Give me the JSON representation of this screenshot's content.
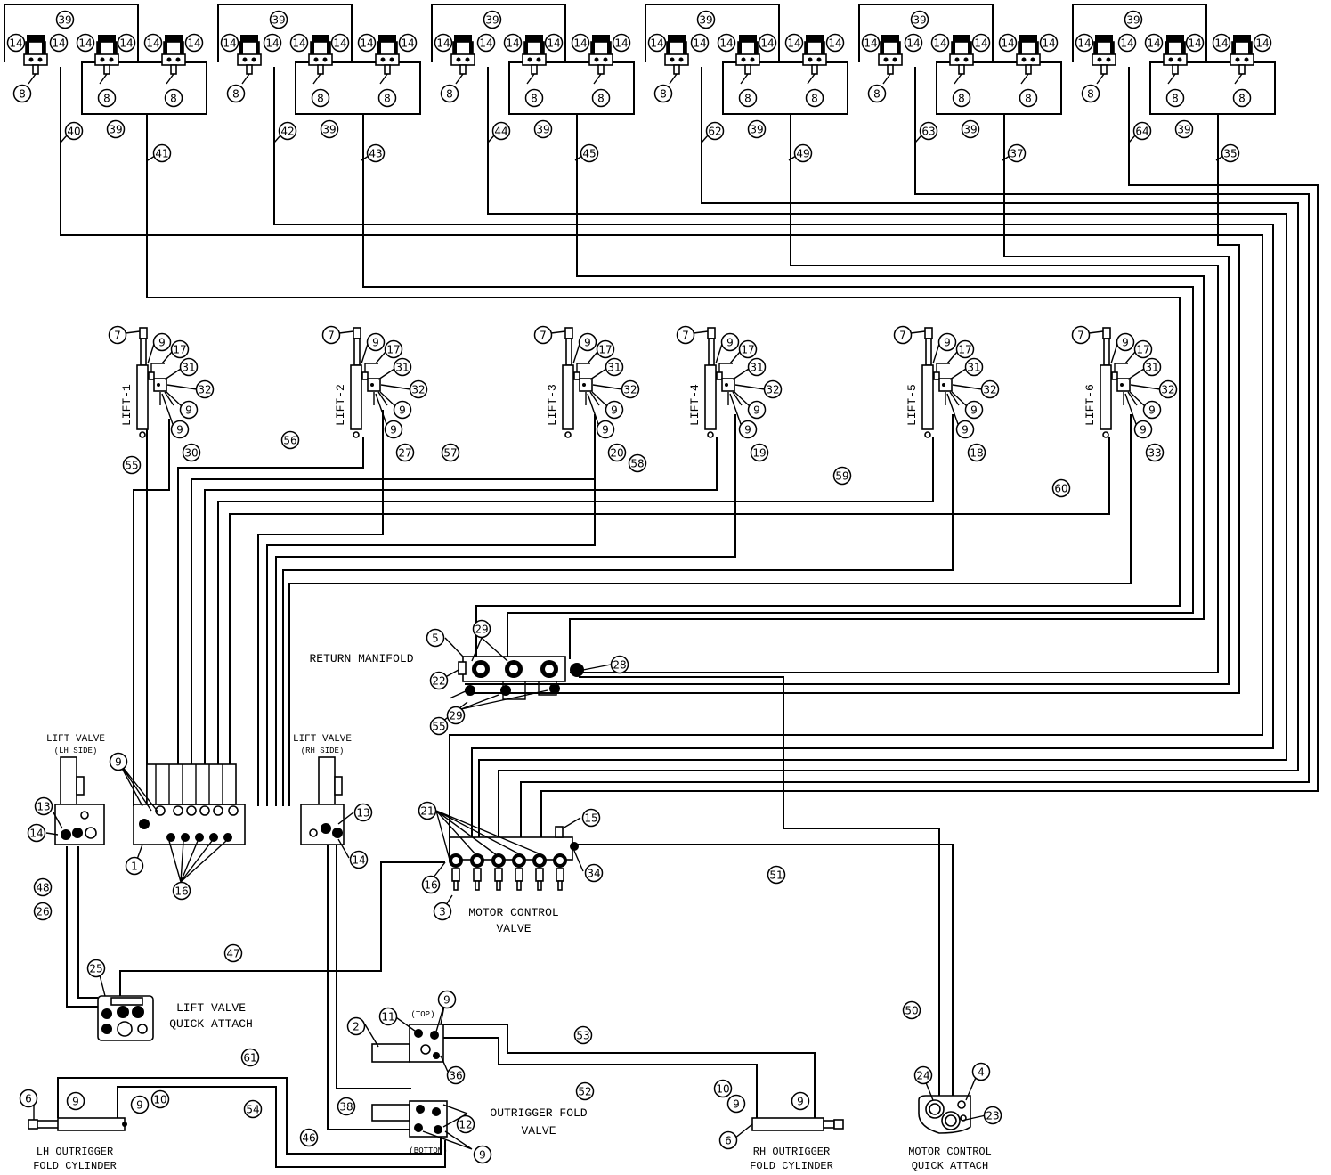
{
  "labels": {
    "return_manifold": "RETURN MANIFOLD",
    "lift_valve_lh_1": "LIFT VALVE",
    "lift_valve_lh_2": "(LH SIDE)",
    "lift_valve_rh_1": "LIFT VALVE",
    "lift_valve_rh_2": "(RH SIDE)",
    "motor_control_valve_1": "MOTOR CONTROL",
    "motor_control_valve_2": "VALVE",
    "lift_valve_qa_1": "LIFT VALVE",
    "lift_valve_qa_2": "QUICK ATTACH",
    "outrigger_fold_valve_1": "OUTRIGGER FOLD",
    "outrigger_fold_valve_2": "VALVE",
    "top": "(TOP)",
    "bottom": "(BOTTOM)",
    "lh_outrigger_1": "LH OUTRIGGER",
    "lh_outrigger_2": "FOLD CYLINDER",
    "rh_outrigger_1": "RH OUTRIGGER",
    "rh_outrigger_2": "FOLD CYLINDER",
    "mc_quick_attach_1": "MOTOR CONTROL",
    "mc_quick_attach_2": "QUICK ATTACH"
  },
  "lift_labels": [
    "LIFT-1",
    "LIFT-2",
    "LIFT-3",
    "LIFT-4",
    "LIFT-5",
    "LIFT-6"
  ],
  "motor_group": {
    "top_callout": "39",
    "bottom_callout": "39",
    "fitting": "14",
    "motor": "8"
  },
  "motor_hose_callouts": [
    [
      "40",
      "41"
    ],
    [
      "42",
      "43"
    ],
    [
      "44",
      "45"
    ],
    [
      "62",
      "49"
    ],
    [
      "63",
      "37"
    ],
    [
      "64",
      "35"
    ]
  ],
  "lift_callouts": {
    "pin": "7",
    "fitting_a": "9",
    "fitting_b": "17",
    "fitting_c": "31",
    "valve": "32",
    "fitting_d": "9",
    "fitting_e": "9"
  },
  "lift_hose_callouts": [
    [
      "55",
      "30"
    ],
    [
      "56",
      "27"
    ],
    [
      "57",
      "20"
    ],
    [
      "58",
      "19"
    ],
    [
      "59",
      "18"
    ],
    [
      "60",
      "33"
    ]
  ],
  "callouts": {
    "c5": "5",
    "c29a": "29",
    "c22": "22",
    "c28": "28",
    "c29b": "29",
    "c55": "55",
    "c9lv": "9",
    "c13l": "13",
    "c14l": "14",
    "c1": "1",
    "c16": "16",
    "c13r": "13",
    "c14r": "14",
    "c21": "21",
    "c15": "15",
    "c16m": "16",
    "c34": "34",
    "c3": "3",
    "c51": "51",
    "c48": "48",
    "c26": "26",
    "c25": "25",
    "c47": "47",
    "c9t": "9",
    "c11": "11",
    "c2": "2",
    "c36": "36",
    "c53": "53",
    "c52": "52",
    "c61": "61",
    "c54": "54",
    "c6l": "6",
    "c9l": "9",
    "c9l2": "9",
    "c10l": "10",
    "c38": "38",
    "c12": "12",
    "c46": "46",
    "c9b": "9",
    "c10r": "10",
    "c9r": "9",
    "c9r2": "9",
    "c6r": "6",
    "c50": "50",
    "c24": "24",
    "c4": "4",
    "c23": "23"
  }
}
